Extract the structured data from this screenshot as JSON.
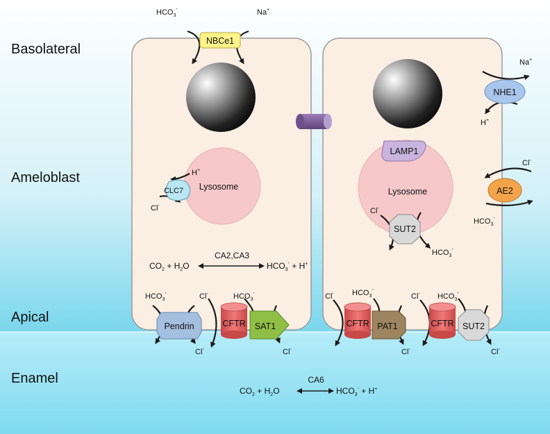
{
  "regions": {
    "basolateral": "Basolateral",
    "ameloblast": "Ameloblast",
    "apical": "Apical",
    "enamel": "Enamel"
  },
  "proteins": {
    "nbce1": "NBCe1",
    "nhe1": "NHE1",
    "lamp1": "LAMP1",
    "clc7": "CLC7",
    "ae2": "AE2",
    "sut2": "SUT2",
    "pendrin": "Pendrin",
    "cftr": "CFTR",
    "sat1": "SAT1",
    "pat1": "PAT1"
  },
  "organelles": {
    "lysosome": "Lysosome"
  },
  "ions": {
    "hco3": "HCO",
    "hco3_sub": "3",
    "hco3_sup": "-",
    "na": "Na",
    "na_sup": "+",
    "h": "H",
    "h_sup": "+",
    "cl": "Cl",
    "cl_sup": "-"
  },
  "reactions": {
    "co2": "CO",
    "two": "2",
    "plus": "+",
    "h2o_h": "H",
    "h2o_o": "O",
    "cell_enzyme": "CA2,CA3",
    "enamel_enzyme": "CA6"
  },
  "colors": {
    "background_top": "#ffffff",
    "background_bottom": "#37c3e4",
    "enamel": "#a2e6f6",
    "cell_fill": "#fbeee2",
    "lysosome": "#f6c8c9",
    "nbce1": "#fff38a",
    "nhe1": "#a9c7ec",
    "lamp1": "#c8b4dc",
    "clc7": "#b9e6f2",
    "ae2": "#f3a44b",
    "sut2": "#d9d9d9",
    "pendrin": "#a5bfe0",
    "cftr": "#e35e5e",
    "sat1": "#8fbf45",
    "pat1": "#9c8560",
    "gap_junction": "#7a5a96"
  }
}
